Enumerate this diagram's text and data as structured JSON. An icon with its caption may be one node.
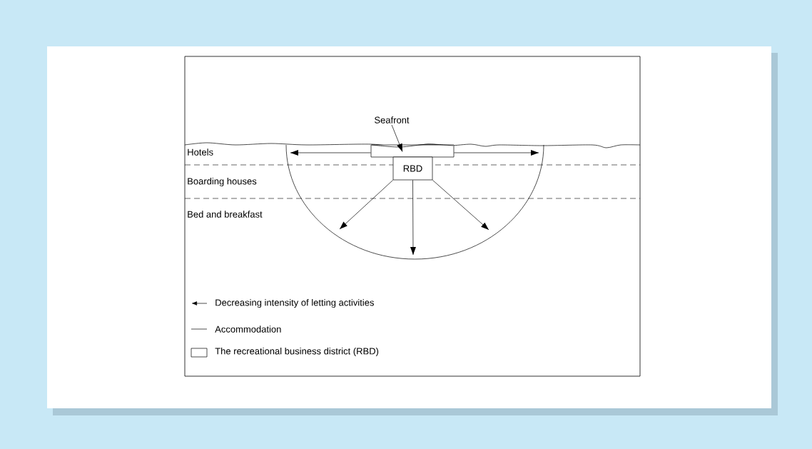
{
  "diagram": {
    "nodes": [
      {
        "text": [
          "Seafront"
        ]
      },
      {
        "text": [],
        "shape": "box"
      },
      {
        "text": [
          "RBD"
        ]
      }
    ],
    "edges": [
      {
        "from": 0,
        "to": 1,
        "arrow": "to"
      },
      {
        "from": 1,
        "to": null,
        "arrow": "to"
      },
      {
        "from": 1,
        "to": null,
        "arrow": "to"
      },
      {
        "from": 2,
        "to": null,
        "arrow": "to"
      },
      {
        "from": 2,
        "to": null,
        "arrow": "to"
      },
      {
        "from": 2,
        "to": null,
        "arrow": "to"
      }
    ],
    "labels": [
      "Hotels",
      "Boarding houses",
      "Bed and breakfast"
    ],
    "legend": [
      {
        "text": "Decreasing intensity of letting activities"
      },
      {
        "text": "Accommodation"
      },
      {
        "text": "The recreational business district (RBD)"
      }
    ]
  }
}
